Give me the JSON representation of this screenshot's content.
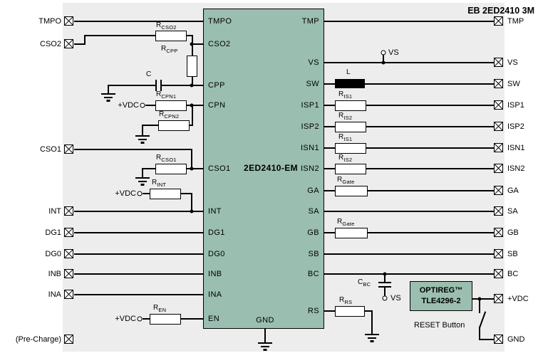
{
  "title": "EB 2ED2410 3M",
  "ic": {
    "name": "2ED2410-EM",
    "left_pins": [
      "TMPO",
      "CSO2",
      "CPP",
      "CPN",
      "CSO1",
      "INT",
      "DG1",
      "DG0",
      "INB",
      "INA",
      "EN"
    ],
    "bottom_pin": "GND",
    "right_pins": [
      "TMP",
      "VS",
      "SW",
      "ISP1",
      "ISP2",
      "ISN1",
      "ISN2",
      "GA",
      "SA",
      "GB",
      "SB",
      "BC",
      "RS"
    ]
  },
  "terminals": {
    "left": [
      "TMPO",
      "CSO2",
      "CSO1",
      "INT",
      "DG1",
      "DG0",
      "INB",
      "INA",
      "(Pre-Charge)"
    ],
    "right": [
      "TMP",
      "VS",
      "SW",
      "ISP1",
      "ISP2",
      "ISN1",
      "ISN2",
      "GA",
      "SA",
      "GB",
      "SB",
      "BC",
      "+VDC",
      "GND"
    ]
  },
  "components": {
    "r_cso2": {
      "base": "R",
      "sub": "CSO2"
    },
    "r_cpp": {
      "base": "R",
      "sub": "CPP"
    },
    "c": {
      "base": "C",
      "sub": ""
    },
    "r_cpn1": {
      "base": "R",
      "sub": "CPN1"
    },
    "r_cpn2": {
      "base": "R",
      "sub": "CPN2"
    },
    "r_cso1": {
      "base": "R",
      "sub": "CSO1"
    },
    "r_int": {
      "base": "R",
      "sub": "INT"
    },
    "r_en": {
      "base": "R",
      "sub": "EN"
    },
    "l": {
      "base": "L",
      "sub": ""
    },
    "r_is1_a": {
      "base": "R",
      "sub": "IS1"
    },
    "r_is2_a": {
      "base": "R",
      "sub": "IS2"
    },
    "r_is1_b": {
      "base": "R",
      "sub": "IS1"
    },
    "r_is2_b": {
      "base": "R",
      "sub": "IS2"
    },
    "r_gate_a": {
      "base": "R",
      "sub": "Gate"
    },
    "r_gate_b": {
      "base": "R",
      "sub": "Gate"
    },
    "c_bc": {
      "base": "C",
      "sub": "BC"
    },
    "r_rs": {
      "base": "R",
      "sub": "RS"
    }
  },
  "net_labels": {
    "vdc": "+VDC",
    "vs": "VS"
  },
  "regulator": {
    "line1": "OPTIREG™",
    "line2": "TLE4296-2"
  },
  "reset_button": "RESET Button",
  "colors": {
    "block_fill": "#9ABEAF",
    "background": "#EDEDED",
    "wire": "#000000"
  }
}
